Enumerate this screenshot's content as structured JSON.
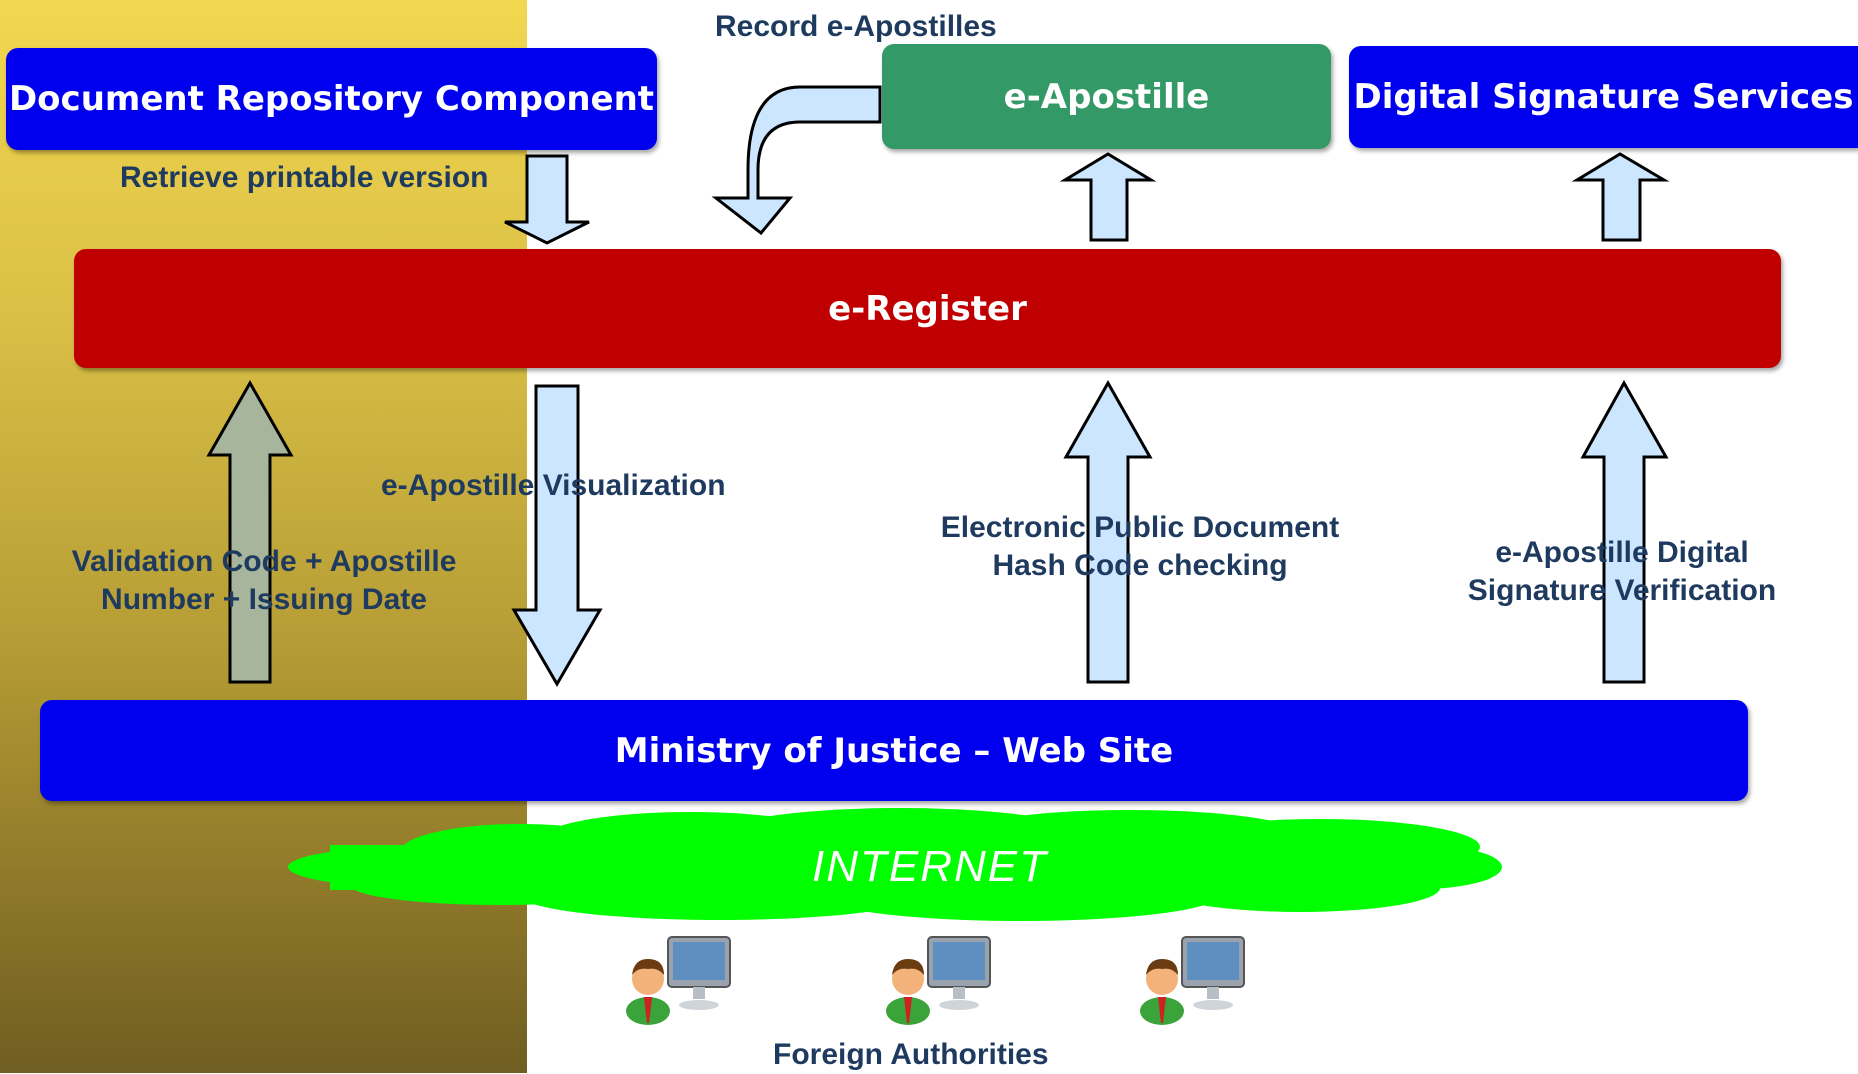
{
  "nodes": {
    "repository": "Document Repository Component",
    "eapostille": "e-Apostille",
    "signature_services": "Digital Signature Services",
    "eregister": "e-Register",
    "ministry_site": "Ministry of Justice – Web Site",
    "internet": "INTERNET"
  },
  "edges": {
    "record": "Record e-Apostilles",
    "retrieve": "Retrieve printable version",
    "visualization": "e-Apostille Visualization",
    "validation_line1": "Validation Code + Apostille",
    "validation_line2": "Number + Issuing Date",
    "hash_line1": "Electronic Public Document",
    "hash_line2": "Hash Code checking",
    "signature_line1": "e-Apostille Digital",
    "signature_line2": "Signature Verification"
  },
  "footer": {
    "authorities": "Foreign Authorities"
  },
  "icons": [
    "user-computer-icon",
    "user-computer-icon",
    "user-computer-icon"
  ],
  "colors": {
    "repository": "#0000ee",
    "eapostille": "#339966",
    "signature_services": "#0000ee",
    "eregister": "#c00000",
    "ministry_site": "#0000ee",
    "internet": "#00ff00",
    "arrow_fill": "#cce6ff",
    "arrow_fill_dark": "#a6b59c",
    "label_text": "#1f3a5f"
  }
}
